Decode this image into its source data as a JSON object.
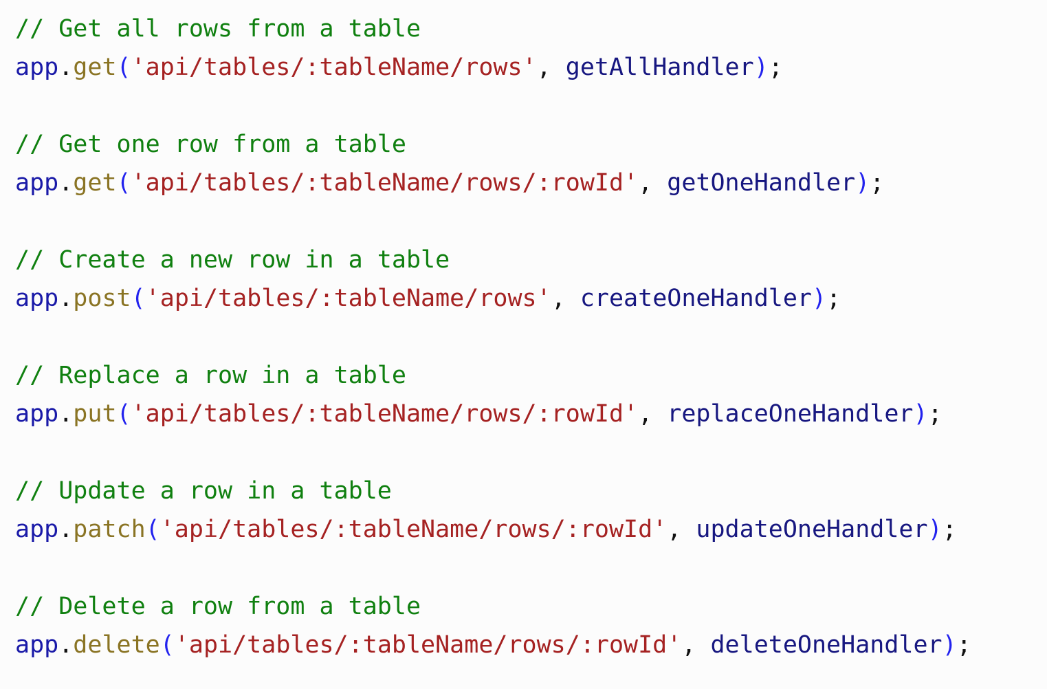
{
  "document": {
    "kind": "code-snippet",
    "language": "javascript",
    "background_color": "#fcfcfc",
    "colors": {
      "comment": "#108010",
      "object": "#1a1aa8",
      "punctuation": "#111111",
      "method": "#8a7424",
      "parenthesis": "#2222ee",
      "string": "#a52222",
      "identifier": "#171780"
    }
  },
  "lines": [
    {
      "type": "comment",
      "text": "// Get all rows from a table"
    },
    {
      "type": "code",
      "object": "app",
      "dot": ".",
      "method": "get",
      "open_paren": "(",
      "string": "'api/tables/:tableName/rows'",
      "comma": ", ",
      "handler": "getAllHandler",
      "close_paren": ")",
      "semicolon": ";"
    },
    {
      "type": "blank",
      "text": ""
    },
    {
      "type": "comment",
      "text": "// Get one row from a table"
    },
    {
      "type": "code",
      "object": "app",
      "dot": ".",
      "method": "get",
      "open_paren": "(",
      "string": "'api/tables/:tableName/rows/:rowId'",
      "comma": ", ",
      "handler": "getOneHandler",
      "close_paren": ")",
      "semicolon": ";"
    },
    {
      "type": "blank",
      "text": ""
    },
    {
      "type": "comment",
      "text": "// Create a new row in a table"
    },
    {
      "type": "code",
      "object": "app",
      "dot": ".",
      "method": "post",
      "open_paren": "(",
      "string": "'api/tables/:tableName/rows'",
      "comma": ", ",
      "handler": "createOneHandler",
      "close_paren": ")",
      "semicolon": ";"
    },
    {
      "type": "blank",
      "text": ""
    },
    {
      "type": "comment",
      "text": "// Replace a row in a table"
    },
    {
      "type": "code",
      "object": "app",
      "dot": ".",
      "method": "put",
      "open_paren": "(",
      "string": "'api/tables/:tableName/rows/:rowId'",
      "comma": ", ",
      "handler": "replaceOneHandler",
      "close_paren": ")",
      "semicolon": ";"
    },
    {
      "type": "blank",
      "text": ""
    },
    {
      "type": "comment",
      "text": "// Update a row in a table"
    },
    {
      "type": "code",
      "object": "app",
      "dot": ".",
      "method": "patch",
      "open_paren": "(",
      "string": "'api/tables/:tableName/rows/:rowId'",
      "comma": ", ",
      "handler": "updateOneHandler",
      "close_paren": ")",
      "semicolon": ";"
    },
    {
      "type": "blank",
      "text": ""
    },
    {
      "type": "comment",
      "text": "// Delete a row from a table"
    },
    {
      "type": "code",
      "object": "app",
      "dot": ".",
      "method": "delete",
      "open_paren": "(",
      "string": "'api/tables/:tableName/rows/:rowId'",
      "comma": ", ",
      "handler": "deleteOneHandler",
      "close_paren": ")",
      "semicolon": ";"
    }
  ]
}
